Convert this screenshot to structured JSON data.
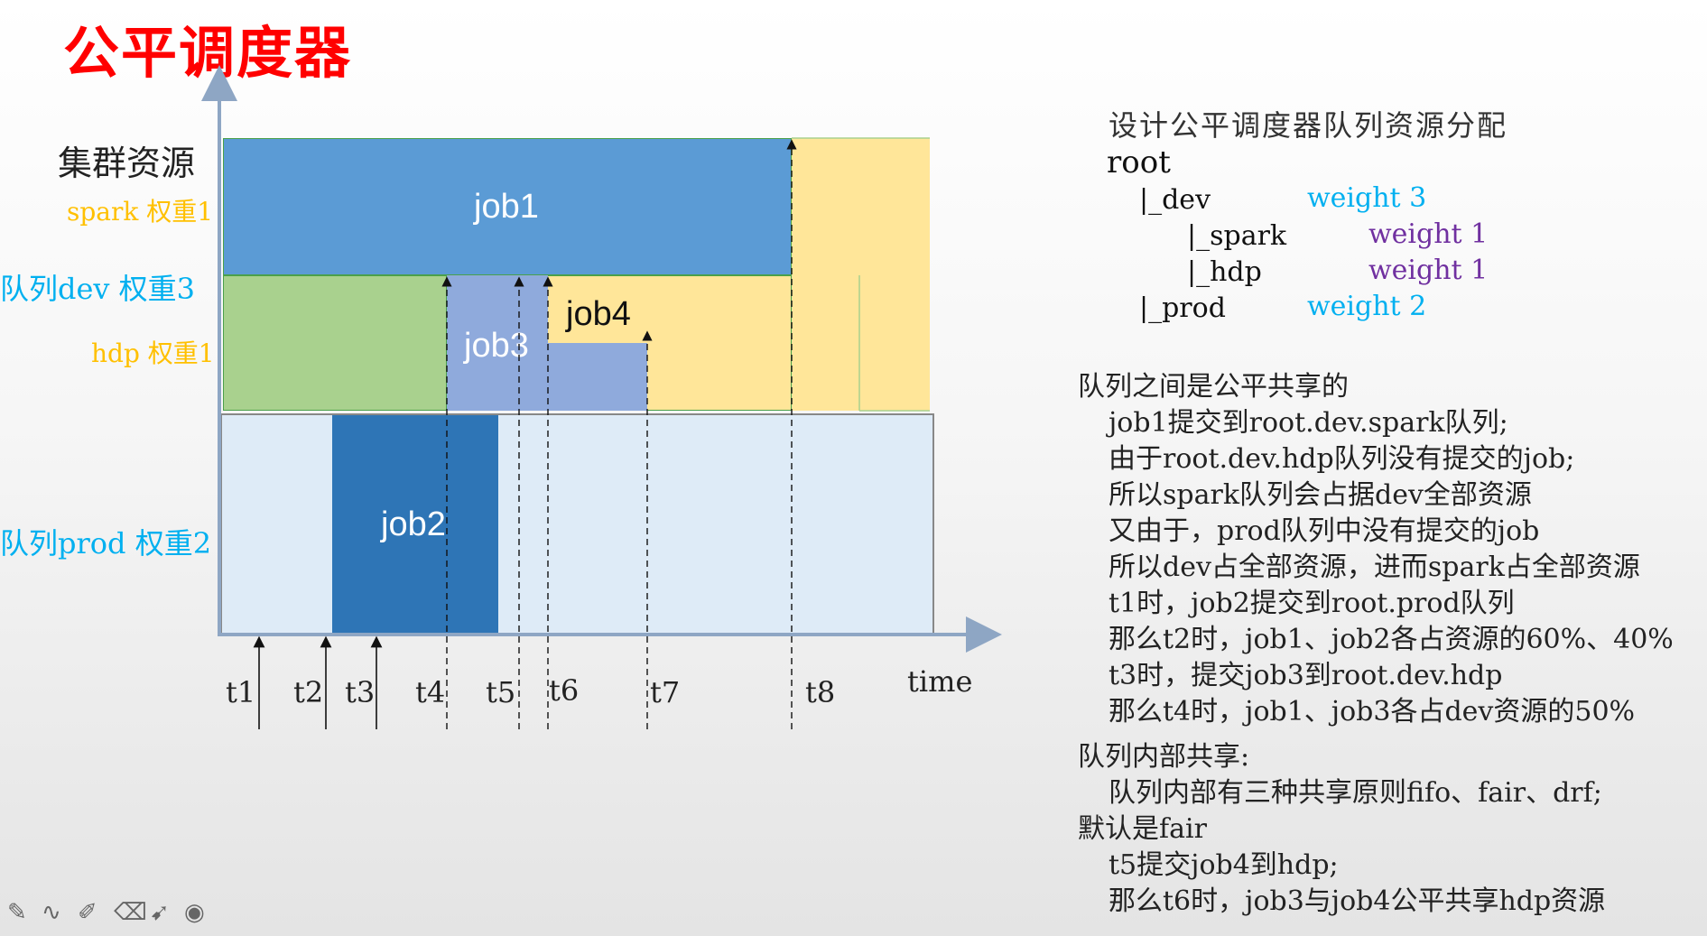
{
  "title": "公平调度器",
  "y_labels": {
    "cluster": "集群资源",
    "spark": "spark 权重1",
    "dev": "队列dev 权重3",
    "hdp": "hdp 权重1",
    "prod": "队列prod 权重2"
  },
  "jobs": {
    "job1": "job1",
    "job2": "job2",
    "job3": "job3",
    "job4": "job4"
  },
  "time_labels": [
    "t1",
    "t2",
    "t3",
    "t4",
    "t5",
    "t6",
    "t7",
    "t8"
  ],
  "x_axis_label": "time",
  "tree": {
    "heading": "设计公平调度器队列资源分配",
    "root": "root",
    "dev": "|_dev",
    "dev_weight": "weight 3",
    "spark": "|_spark",
    "spark_weight": "weight 1",
    "hdp": "|_hdp",
    "hdp_weight": "weight 1",
    "prod": "|_prod",
    "prod_weight": "weight 2"
  },
  "notes": [
    "队列之间是公平共享的",
    "job1提交到root.dev.spark队列;",
    "由于root.dev.hdp队列没有提交的job;",
    "所以spark队列会占据dev全部资源",
    "又由于，prod队列中没有提交的job",
    "所以dev占全部资源，进而spark占全部资源",
    "t1时，job2提交到root.prod队列",
    "那么t2时，job1、job2各占资源的60%、40%",
    "t3时，提交job3到root.dev.hdp",
    "那么t4时，job1、job3各占dev资源的50%",
    "队列内部共享:",
    "队列内部有三种共享原则fifo、fair、drf;",
    "默认是fair",
    "t5提交job4到hdp;",
    "那么t6时，job3与job4公平共享hdp资源"
  ],
  "colors": {
    "title": "#ff0000",
    "job1": "#5b9bd5",
    "job2": "#2e75b6",
    "job3": "#8faadc",
    "hdp_green": "#a9d18e",
    "yellow": "#ffe699",
    "prod_bg": "#deebf7",
    "weight_dev": "#00b0f0",
    "weight_sub": "#7030a0",
    "label_yellow": "#ffc000",
    "label_blue": "#00b0f0"
  },
  "toolbar": [
    "pen-icon",
    "curve-icon",
    "highlighter-icon",
    "eraser-icon",
    "pointer-icon",
    "target-icon"
  ]
}
